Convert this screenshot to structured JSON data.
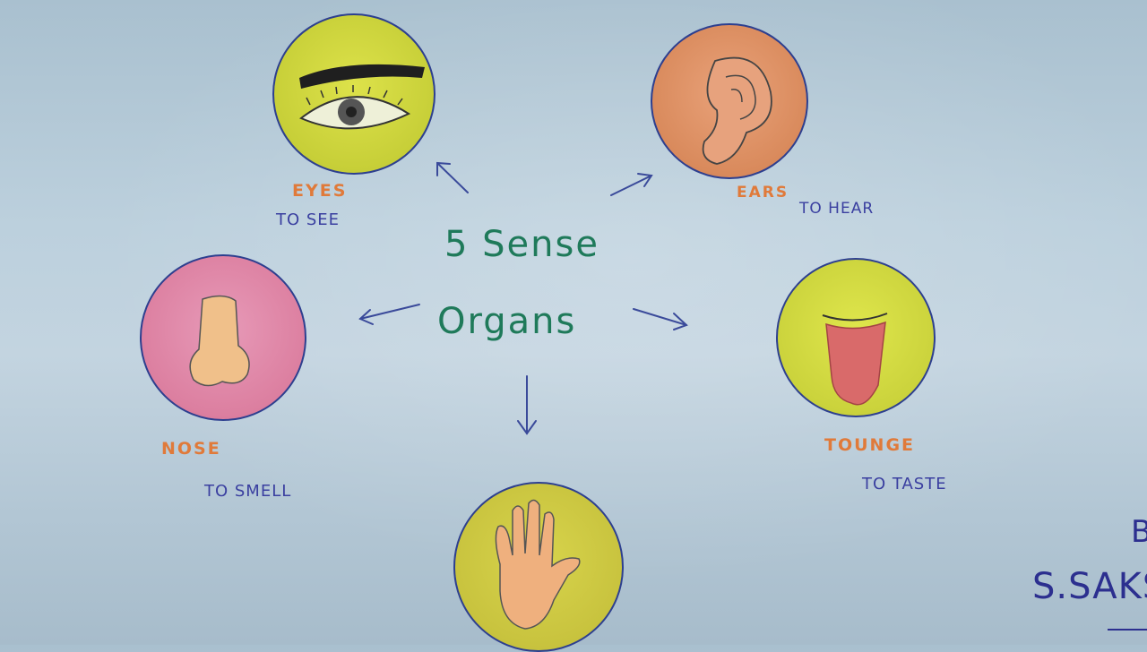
{
  "title": {
    "line1": "5 Sense",
    "line2": "Organs"
  },
  "organs": [
    {
      "name": "EYES",
      "function": "TO SEE"
    },
    {
      "name": "EARS",
      "function": "TO HEAR"
    },
    {
      "name": "NOSE",
      "function": "TO SMELL"
    },
    {
      "name": "TOUNGE",
      "function": "TO TASTE"
    }
  ],
  "signature": {
    "line1": "B",
    "line2": "S.SAKS"
  },
  "colors": {
    "title": "#1f7a5a",
    "organ_label": "#e07a3a",
    "function_label": "#3a3fa0",
    "outline": "#2d3f8f"
  }
}
